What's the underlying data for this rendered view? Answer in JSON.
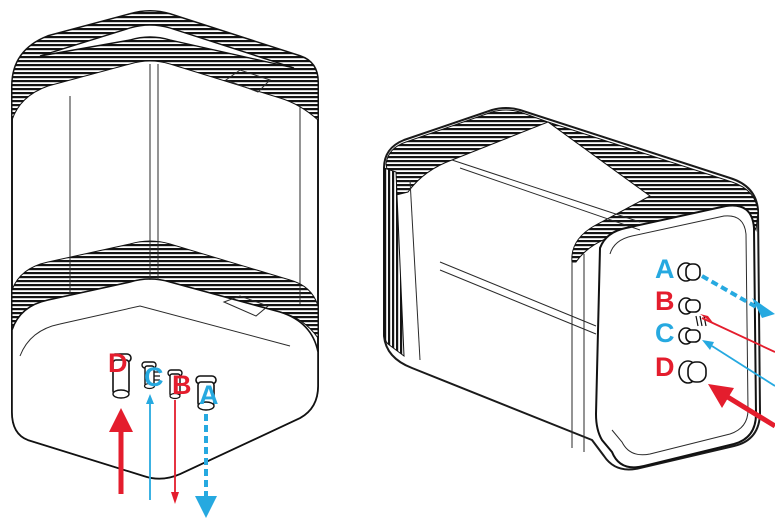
{
  "colors": {
    "red": "#e41d2d",
    "blue": "#26a9e0",
    "outline": "#1a1a1a"
  },
  "left_unit": {
    "labels": {
      "d": "D",
      "c": "C",
      "b": "B",
      "a": "A"
    }
  },
  "right_unit": {
    "labels": {
      "a": "A",
      "b": "B",
      "c": "C",
      "d": "D"
    }
  }
}
